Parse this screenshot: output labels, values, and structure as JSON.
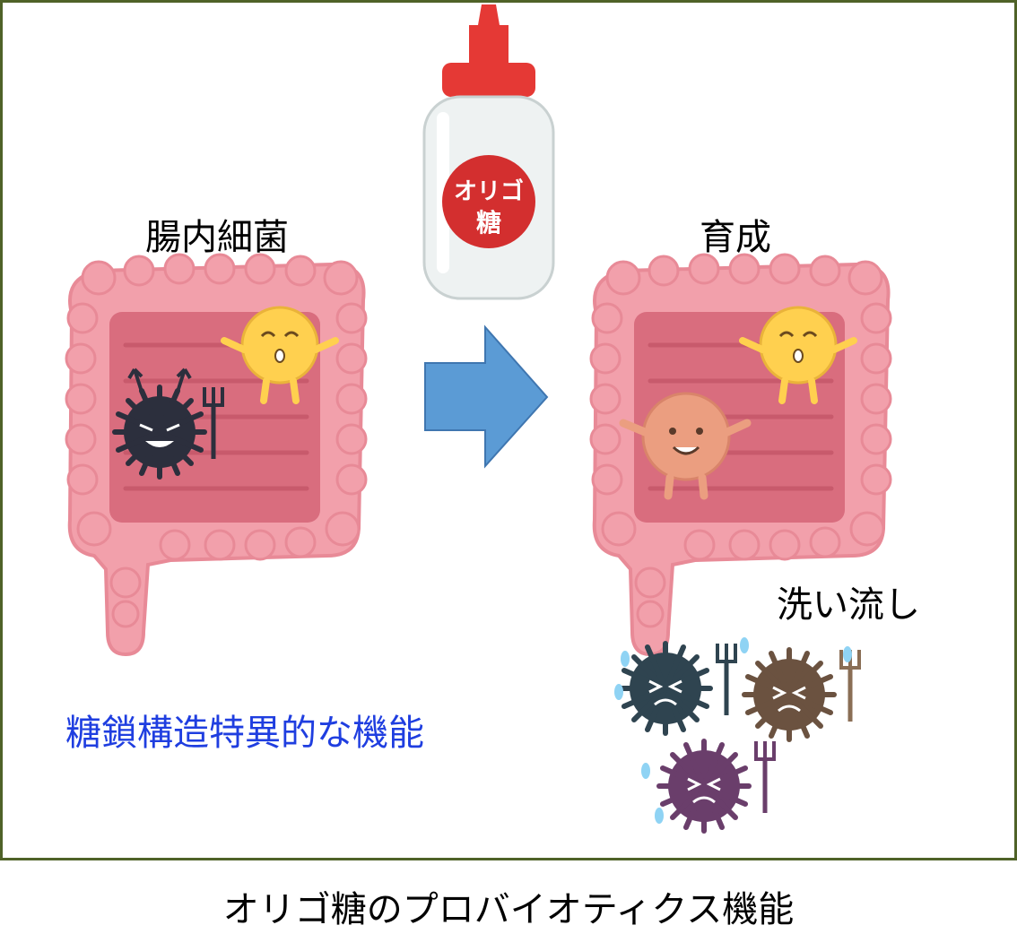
{
  "labels": {
    "left_title": "腸内細菌",
    "right_title": "育成",
    "wash_away": "洗い流し",
    "function_note": "糖鎖構造特異的な機能"
  },
  "bottle": {
    "line1": "オリゴ",
    "line2": "糖"
  },
  "caption": "オリゴ糖のプロバイオティクス機能",
  "colors": {
    "frame": "#4f6228",
    "note_text": "#1f3ee0",
    "arrow": "#5b9bd5",
    "intestine": "#f2a0ab",
    "bottle_cap": "#e53935"
  },
  "icons": [
    "intestine-icon",
    "good-bacteria-icon",
    "bad-bacteria-icon",
    "oligosaccharide-bottle-icon",
    "right-arrow-icon"
  ]
}
